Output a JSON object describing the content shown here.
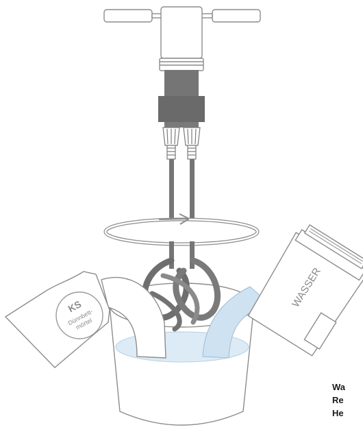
{
  "illustration": {
    "mortar_bag": {
      "brand": "KS",
      "product_line_1": "Dünnbett-",
      "product_line_2": "mörtel"
    },
    "water_bucket": {
      "label": "WASSER"
    }
  },
  "caption": {
    "line_1": "Wa",
    "line_2": "Re",
    "line_3": "He"
  },
  "colors": {
    "outline": "#8c8c8c",
    "paddle_dark": "#6e6e6e",
    "paddle_mid": "#8a8a8a",
    "water": "#dcebf6",
    "water_stream": "#cfe2f1",
    "caption_text": "#1a1a1a"
  }
}
